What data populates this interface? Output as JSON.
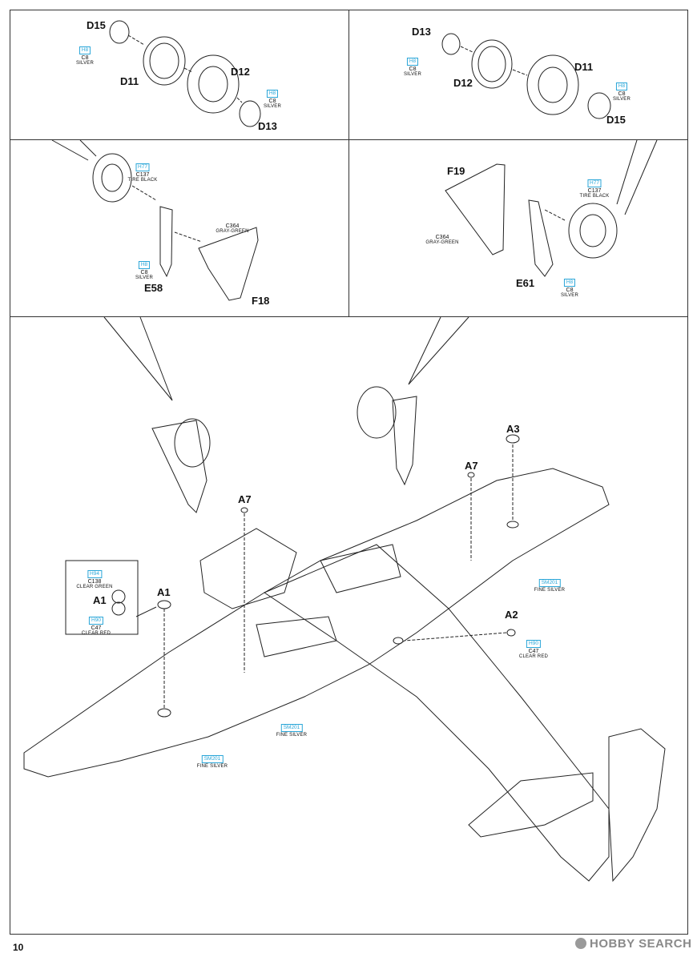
{
  "page": {
    "number": "10"
  },
  "watermark": {
    "text": "HOBBY SEARCH"
  },
  "panels": {
    "top_left_wheel": {
      "parts": [
        "D15",
        "D11",
        "D12",
        "D13"
      ],
      "callout_a": {
        "h": "H8",
        "c": "C8",
        "name": "SILVER"
      },
      "callout_b": {
        "h": "H8",
        "c": "C8",
        "name": "SILVER"
      }
    },
    "top_right_wheel": {
      "parts": [
        "D13",
        "D12",
        "D11",
        "D15"
      ],
      "callout_a": {
        "h": "H8",
        "c": "C8",
        "name": "SILVER"
      },
      "callout_b": {
        "h": "H8",
        "c": "C8",
        "name": "SILVER"
      }
    },
    "mid_left_gear": {
      "parts": [
        "E58",
        "F18"
      ],
      "tire": {
        "h": "H77",
        "c": "C137",
        "name": "TIRE BLACK"
      },
      "door": {
        "h": "",
        "c": "C364",
        "name": "GRAY-GREEN"
      },
      "strut": {
        "h": "H8",
        "c": "C8",
        "name": "SILVER"
      }
    },
    "mid_right_gear": {
      "parts": [
        "F19",
        "E61"
      ],
      "tire": {
        "h": "H77",
        "c": "C137",
        "name": "TIRE BLACK"
      },
      "door": {
        "h": "",
        "c": "C364",
        "name": "GRAY-GREEN"
      },
      "strut": {
        "h": "H8",
        "c": "C8",
        "name": "SILVER"
      }
    }
  },
  "main": {
    "parts": [
      "A1",
      "A7",
      "A3",
      "A7",
      "A2"
    ],
    "a1_callout": {
      "green": {
        "h": "H94",
        "c": "C138",
        "name": "CLEAR GREEN"
      },
      "red": {
        "h": "H90",
        "c": "C47",
        "name": "CLEAR RED"
      }
    },
    "a2_callout": {
      "h": "H90",
      "c": "C47",
      "name": "CLEAR RED"
    },
    "silver_1": {
      "h": "SM201",
      "name": "FINE SILVER"
    },
    "silver_2": {
      "h": "SM201",
      "name": "FINE SILVER"
    },
    "silver_3": {
      "h": "SM201",
      "name": "FINE SILVER"
    }
  },
  "colors": {
    "ink": "#111111",
    "paint_code_frame": "#2aa6d8",
    "watermark": "#8a8a8a"
  }
}
